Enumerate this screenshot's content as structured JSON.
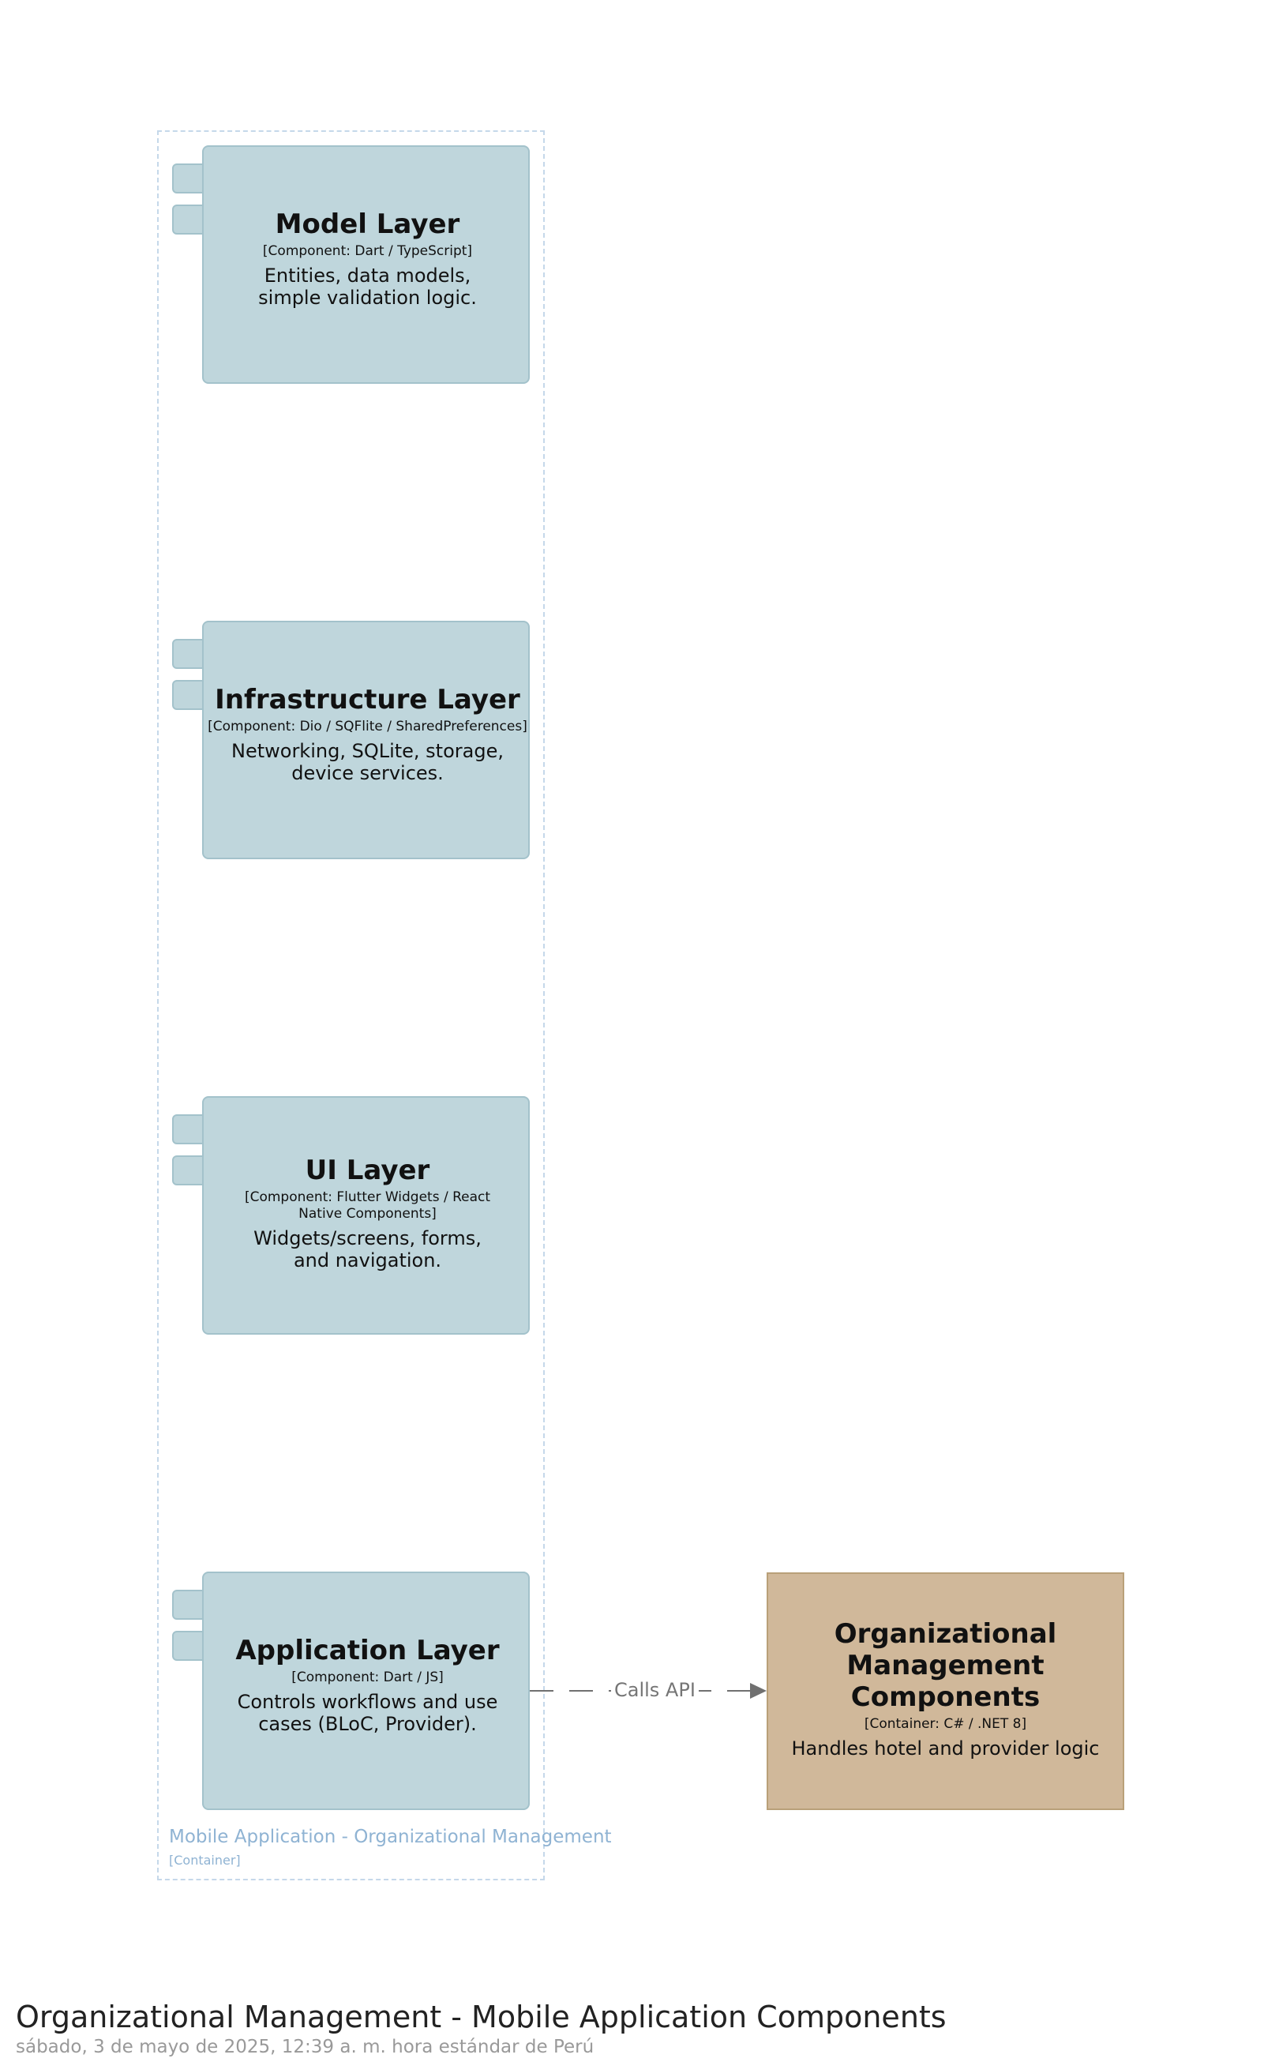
{
  "boundary": {
    "name": "Mobile Application - Organizational Management",
    "type": "[Container]"
  },
  "components": [
    {
      "title": "Model Layer",
      "tech": "[Component: Dart / TypeScript]",
      "desc": "Entities, data models, simple validation logic."
    },
    {
      "title": "Infrastructure Layer",
      "tech": "[Component: Dio / SQFlite / SharedPreferences]",
      "desc": "Networking, SQLite, storage, device services."
    },
    {
      "title": "UI Layer",
      "tech": "[Component: Flutter Widgets / React Native Components]",
      "desc": "Widgets/screens, forms, and navigation."
    },
    {
      "title": "Application Layer",
      "tech": "[Component: Dart / JS]",
      "desc": "Controls workflows and use cases (BLoC, Provider)."
    }
  ],
  "external": {
    "title": "Organizational Management Components",
    "tech": "[Container: C# / .NET 8]",
    "desc": "Handles hotel and provider logic"
  },
  "relationship": {
    "label": "Calls API"
  },
  "footer": {
    "title": "Organizational Management - Mobile Application Components",
    "date": "sábado, 3 de mayo de 2025, 12:39 a. m. hora estándar de Perú"
  },
  "colors": {
    "component_fill": "#bfd6dc",
    "external_fill": "#d0b89a",
    "boundary_stroke": "#c5d8ea",
    "arrow": "#707070"
  }
}
